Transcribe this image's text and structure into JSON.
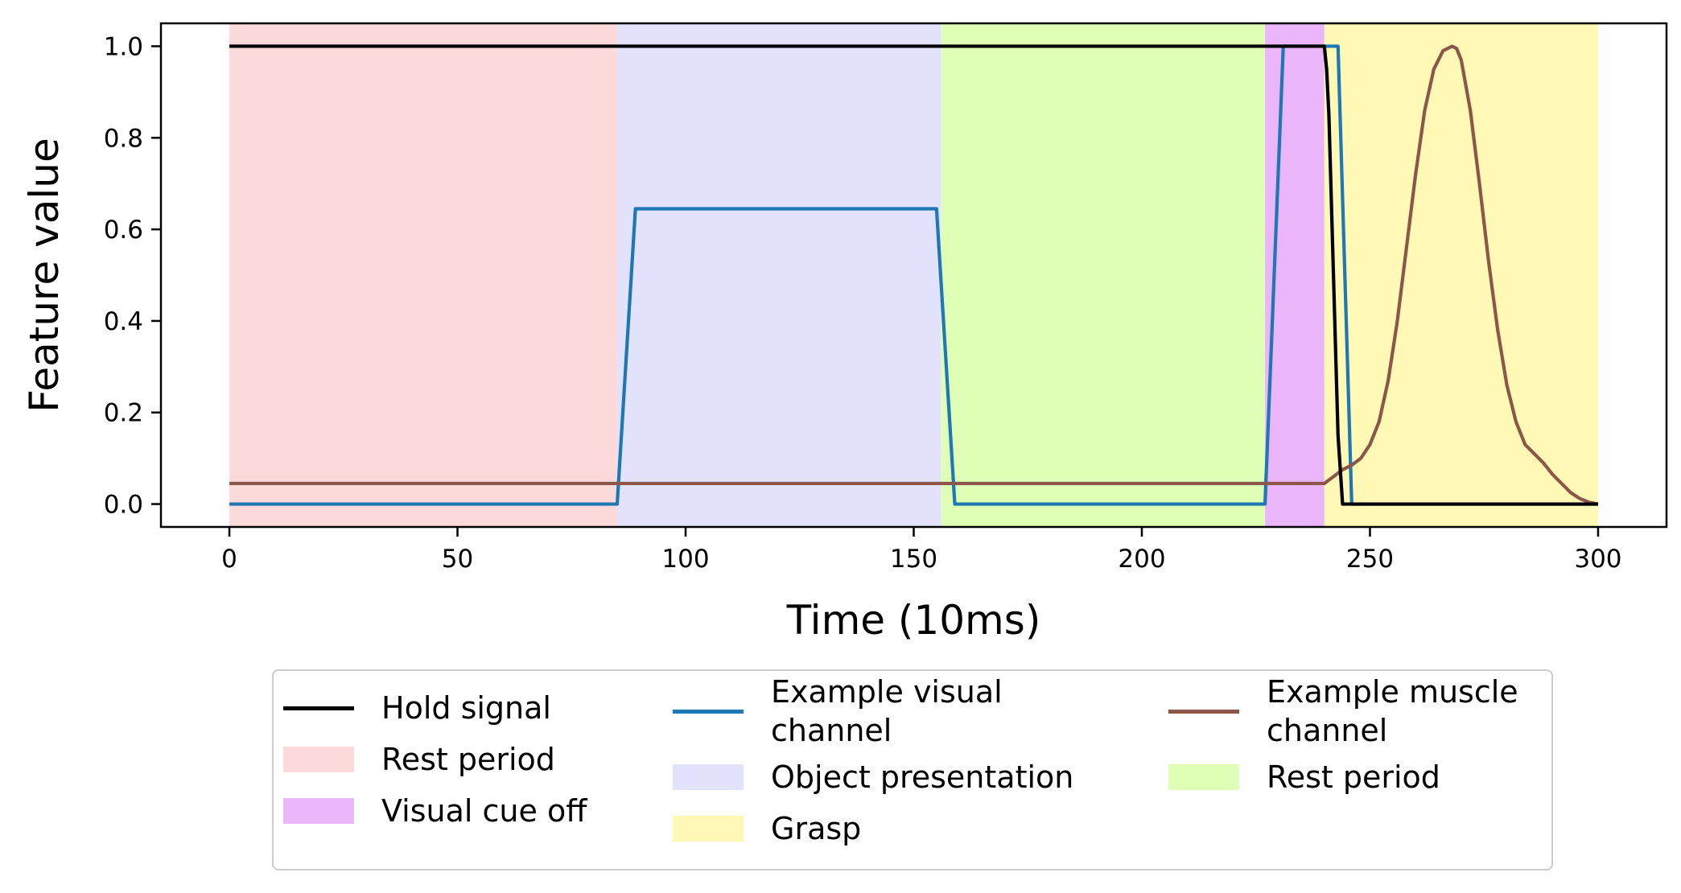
{
  "chart_data": {
    "type": "line",
    "title": "",
    "xlabel": "Time (10ms)",
    "ylabel": "Feature value",
    "xlim": [
      -15,
      315
    ],
    "ylim": [
      -0.05,
      1.05
    ],
    "xticks": [
      0,
      50,
      100,
      150,
      200,
      250,
      300
    ],
    "yticks": [
      0.0,
      0.2,
      0.4,
      0.6,
      0.8,
      1.0
    ],
    "xtick_labels": [
      "0",
      "50",
      "100",
      "150",
      "200",
      "250",
      "300"
    ],
    "ytick_labels": [
      "0.0",
      "0.2",
      "0.4",
      "0.6",
      "0.8",
      "1.0"
    ],
    "grid": false,
    "legend_position": "bottom-center",
    "regions": [
      {
        "name": "Rest period",
        "start": 0,
        "end": 85,
        "color": "#fcdad9"
      },
      {
        "name": "Object presentation",
        "start": 85,
        "end": 156,
        "color": "#e2e2fc"
      },
      {
        "name": "Rest period",
        "start": 156,
        "end": 227,
        "color": "#deffb5"
      },
      {
        "name": "Visual cue off",
        "start": 227,
        "end": 240,
        "color": "#ebb5fa"
      },
      {
        "name": "Grasp",
        "start": 240,
        "end": 300,
        "color": "#fff9b5"
      }
    ],
    "series": [
      {
        "name": "Hold signal",
        "color": "#000000",
        "x": [
          0,
          240,
          240.5,
          241,
          242,
          243,
          244,
          300
        ],
        "y": [
          1.0,
          1.0,
          0.95,
          0.85,
          0.5,
          0.15,
          0.0,
          0.0
        ]
      },
      {
        "name": "Example visual channel",
        "color": "#1f77b4",
        "x": [
          0,
          85,
          89,
          155,
          159,
          227,
          231,
          241,
          243,
          246,
          300
        ],
        "y": [
          0.0,
          0.0,
          0.645,
          0.645,
          0.0,
          0.0,
          1.0,
          1.0,
          1.0,
          0.0,
          0.0
        ]
      },
      {
        "name": "Example muscle channel",
        "color": "#8c564b",
        "x": [
          0,
          240,
          242,
          244,
          246,
          248,
          250,
          252,
          254,
          256,
          258,
          260,
          262,
          264,
          266,
          268,
          269,
          270,
          272,
          274,
          276,
          278,
          280,
          282,
          284,
          286,
          288,
          290,
          292,
          294,
          296,
          298,
          300
        ],
        "y": [
          0.045,
          0.045,
          0.06,
          0.075,
          0.085,
          0.1,
          0.13,
          0.18,
          0.27,
          0.4,
          0.56,
          0.72,
          0.86,
          0.95,
          0.99,
          1.0,
          0.995,
          0.97,
          0.86,
          0.7,
          0.53,
          0.38,
          0.26,
          0.18,
          0.13,
          0.11,
          0.09,
          0.065,
          0.045,
          0.025,
          0.012,
          0.004,
          0.0
        ]
      }
    ]
  },
  "legend": {
    "col1": [
      {
        "label": "Hold signal",
        "kind": "line",
        "color": "#000000"
      },
      {
        "label": "Rest period",
        "kind": "patch",
        "color": "#fcdad9"
      },
      {
        "label": "Visual cue off",
        "kind": "patch",
        "color": "#ebb5fa"
      }
    ],
    "col2": [
      {
        "label": "Example visual\nchannel",
        "kind": "line",
        "color": "#1f77b4"
      },
      {
        "label": "Object presentation",
        "kind": "patch",
        "color": "#e2e2fc"
      },
      {
        "label": "Grasp",
        "kind": "patch",
        "color": "#fff9b5"
      }
    ],
    "col3": [
      {
        "label": "Example muscle\nchannel",
        "kind": "line",
        "color": "#8c564b"
      },
      {
        "label": "Rest period",
        "kind": "patch",
        "color": "#deffb5"
      }
    ]
  }
}
